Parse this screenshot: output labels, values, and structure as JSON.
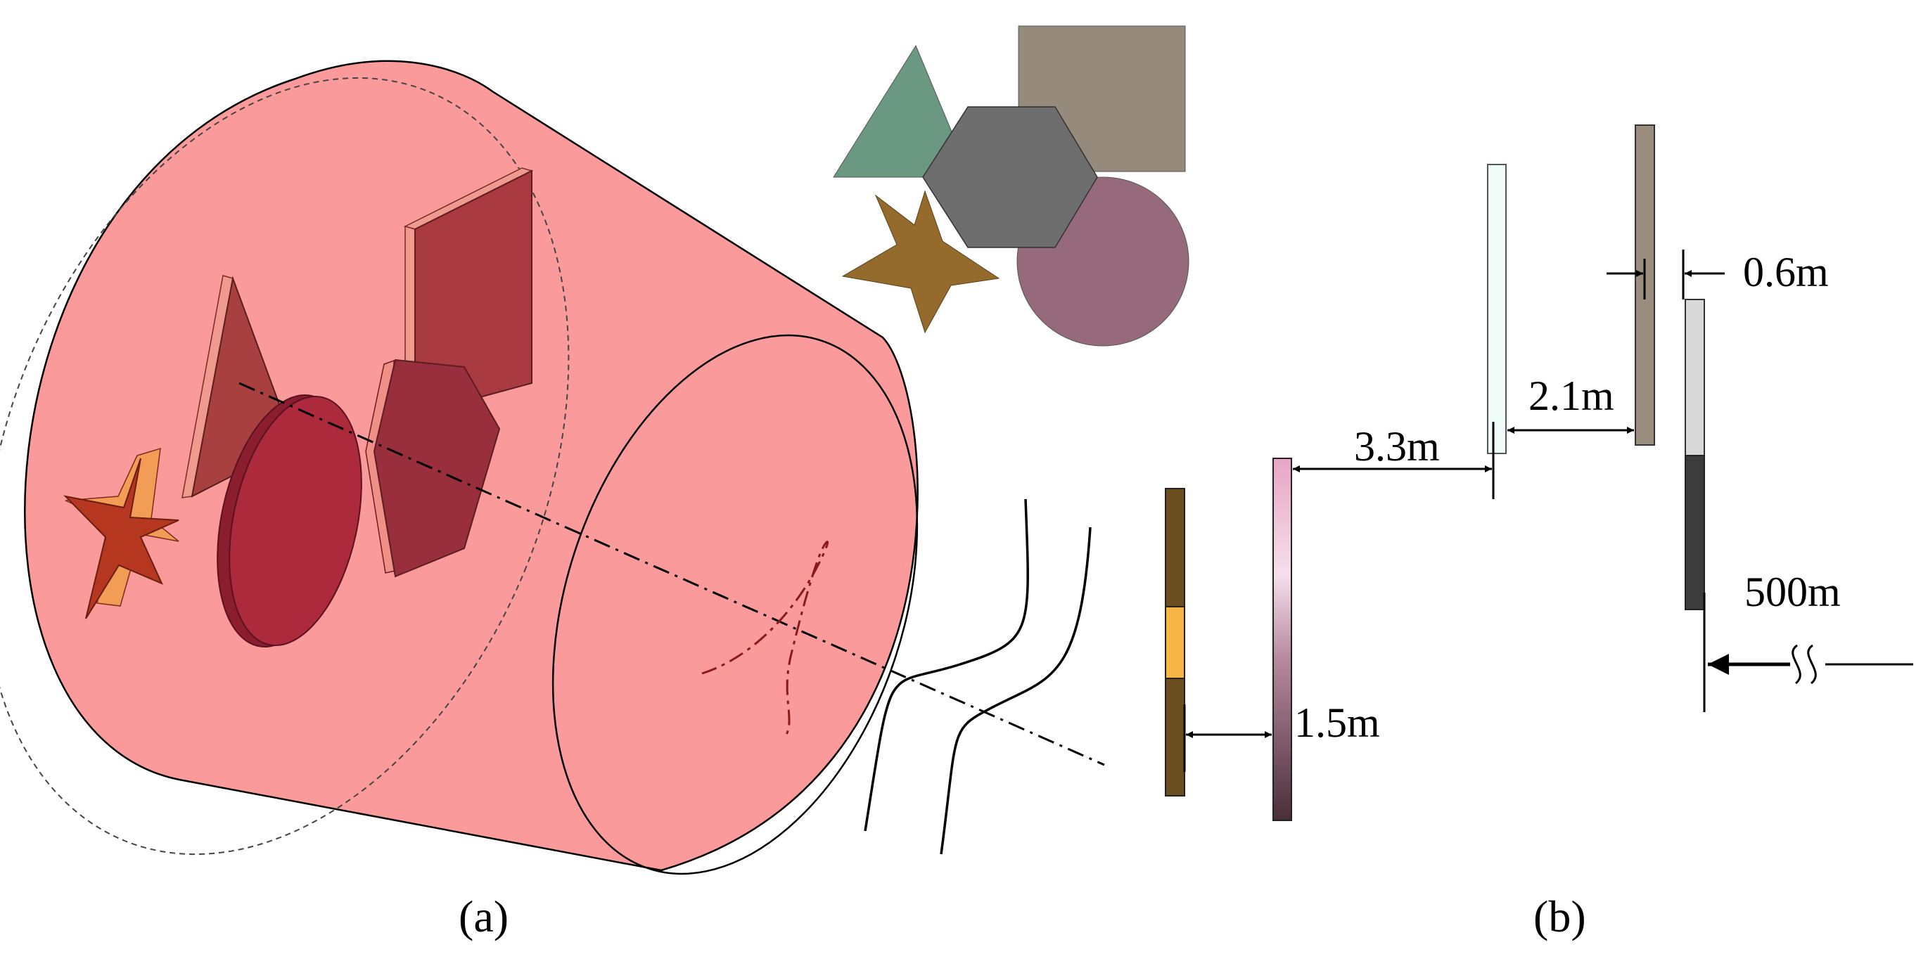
{
  "panels": {
    "a": {
      "label": "(a)"
    },
    "b": {
      "label": "(b)"
    }
  },
  "dimensions": {
    "d1": "1.5m",
    "d2": "3.3m",
    "d3": "2.1m",
    "d4": "0.6m",
    "d5": "500m"
  },
  "colors": {
    "volume_fill": "#fb9a9a",
    "star": "#b5371f",
    "triangle": "#a84040",
    "disk": "#ac2a3c",
    "hexagon": "#992e3c",
    "square": "#aa3a41",
    "legend_triangle": "#6a9880",
    "legend_square": "#958a7b",
    "legend_hexagon": "#6e6e6e",
    "legend_star": "#956b2d",
    "legend_circle": "#966a7b"
  }
}
